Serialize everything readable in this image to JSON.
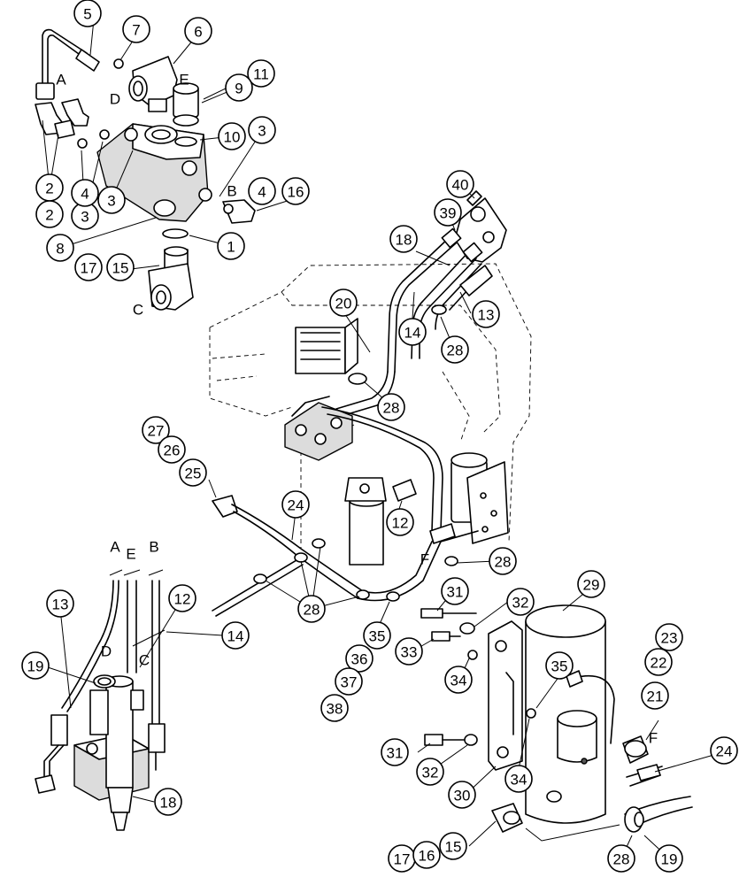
{
  "callout_labels": [
    "5",
    "7",
    "6",
    "11",
    "9",
    "10",
    "3",
    "4",
    "2",
    "3",
    "2",
    "4",
    "3",
    "8",
    "1",
    "16",
    "17",
    "15",
    "40",
    "39",
    "18",
    "20",
    "14",
    "13",
    "28",
    "28",
    "27",
    "26",
    "25",
    "24",
    "12",
    "28",
    "28",
    "35",
    "36",
    "37",
    "38",
    "31",
    "32",
    "29",
    "33",
    "34",
    "23",
    "22",
    "21",
    "35",
    "13",
    "12",
    "14",
    "19",
    "18",
    "31",
    "32",
    "30",
    "34",
    "24",
    "17",
    "16",
    "15",
    "28",
    "19"
  ],
  "letter_labels": [
    "A",
    "D",
    "E",
    "B",
    "C",
    "A",
    "E",
    "B",
    "D",
    "C",
    "F",
    "F"
  ]
}
